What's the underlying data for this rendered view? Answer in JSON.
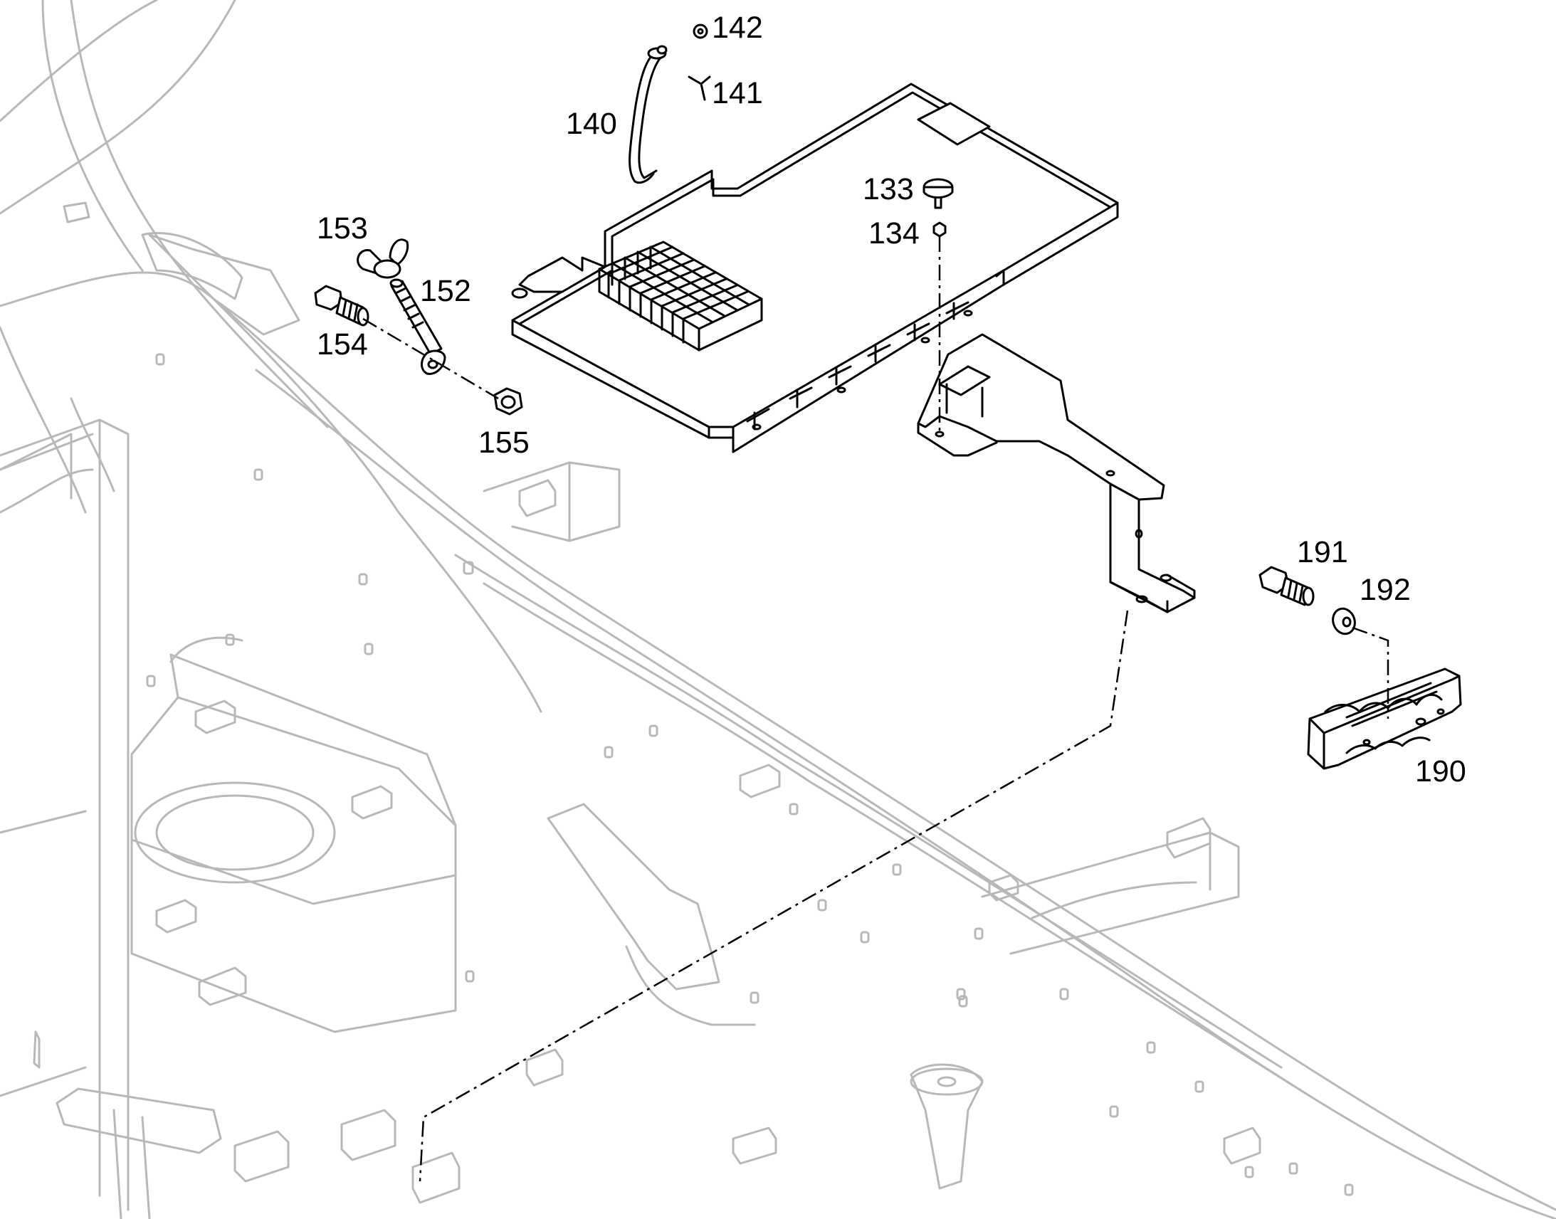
{
  "diagram": {
    "callouts": {
      "c133": "133",
      "c134": "134",
      "c140": "140",
      "c141": "141",
      "c142": "142",
      "c152": "152",
      "c153": "153",
      "c154": "154",
      "c155": "155",
      "c190": "190",
      "c191": "191",
      "c192": "192"
    },
    "colors": {
      "part_stroke": "#000000",
      "frame_stroke": "#b8b8b8",
      "background": "#ffffff"
    }
  }
}
